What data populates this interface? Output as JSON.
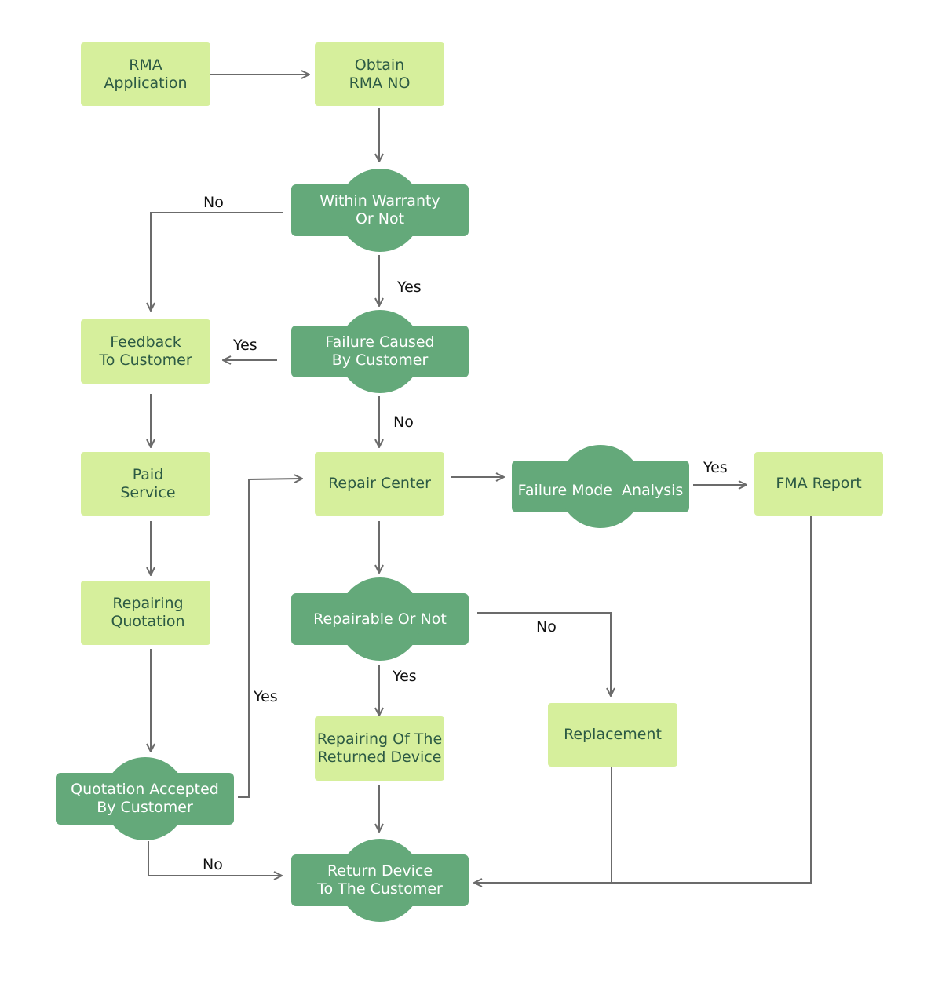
{
  "colors": {
    "process_fill": "#d6ef9c",
    "process_text": "#2c5a44",
    "decision_fill": "#64a97a",
    "decision_text": "#ffffff",
    "connector": "#6b6b6b"
  },
  "nodes": {
    "rma_application": "RMA\nApplication",
    "obtain_rma_no": "Obtain\nRMA NO",
    "within_warranty": "Within Warranty\nOr Not",
    "feedback_to_customer": "Feedback\nTo Customer",
    "failure_caused_by_customer": "Failure Caused\nBy Customer",
    "paid_service": "Paid\nService",
    "repair_center": "Repair Center",
    "failure_mode_analysis": "Failure Mode  Analysis",
    "fma_report": "FMA Report",
    "repairing_quotation": "Repairing\nQuotation",
    "repairable_or_not": "Repairable Or Not",
    "repairing_returned_device": "Repairing Of The\nReturned Device",
    "replacement": "Replacement",
    "quotation_accepted": "Quotation Accepted\nBy Customer",
    "return_device": "Return Device\nTo The Customer"
  },
  "edge_labels": {
    "warranty_no": "No",
    "warranty_yes": "Yes",
    "caused_yes": "Yes",
    "caused_no": "No",
    "fma_yes": "Yes",
    "repairable_no": "No",
    "repairable_yes": "Yes",
    "quotation_yes": "Yes",
    "quotation_no": "No"
  }
}
